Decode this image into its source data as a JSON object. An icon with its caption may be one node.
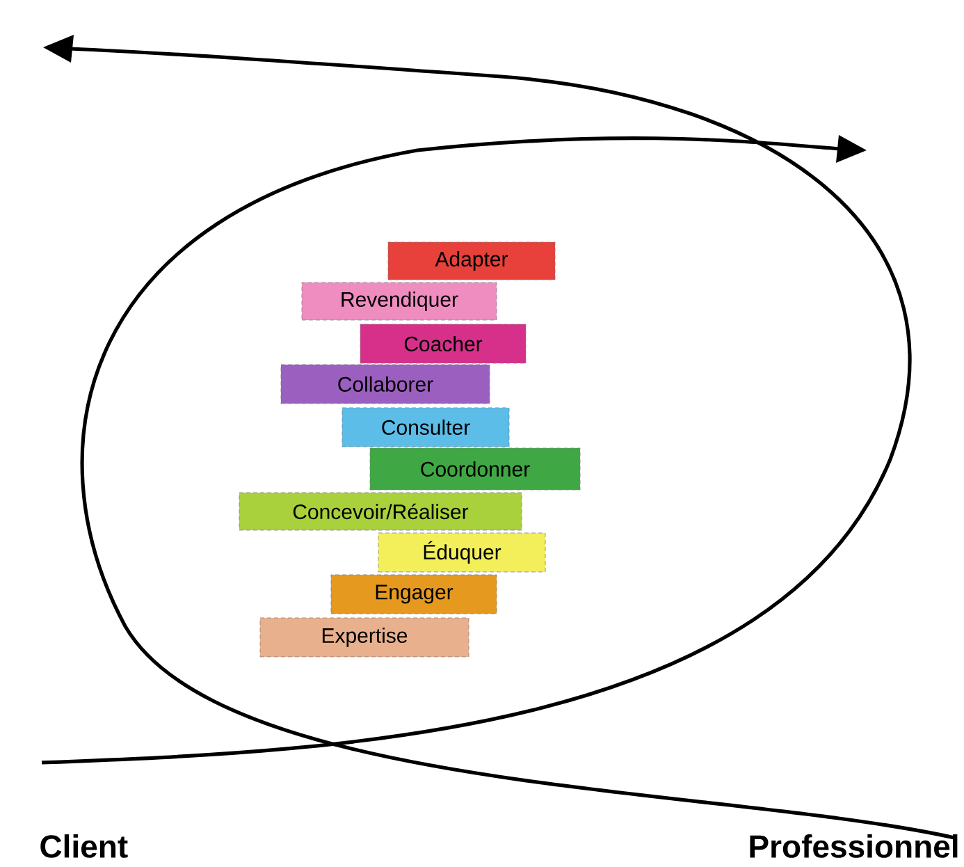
{
  "diagram": {
    "nodes": [
      {
        "text": [
          "Adapter"
        ]
      },
      {
        "text": [
          "Revendiquer"
        ]
      },
      {
        "text": [
          "Coacher"
        ]
      },
      {
        "text": [
          "Collaborer"
        ]
      },
      {
        "text": [
          "Consulter"
        ]
      },
      {
        "text": [
          "Coordonner"
        ]
      },
      {
        "text": [
          "Concevoir/Réaliser"
        ]
      },
      {
        "text": [
          "Éduquer"
        ]
      },
      {
        "text": [
          "Engager"
        ]
      },
      {
        "text": [
          "Expertise"
        ]
      }
    ],
    "labels": [
      "Client",
      "Professionnel"
    ]
  }
}
